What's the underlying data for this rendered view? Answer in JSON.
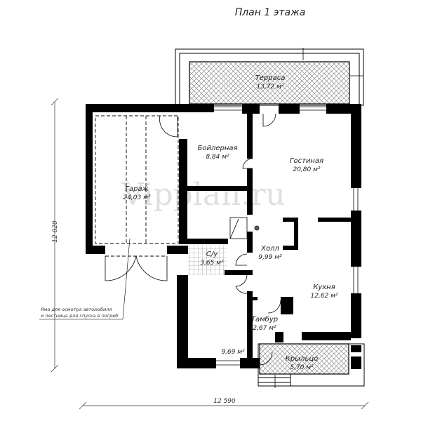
{
  "title": "План 1 этажа",
  "watermark": "Vipplan.ru",
  "dimensions": {
    "height": "12 020",
    "width": "12 590"
  },
  "note": [
    "Яма для осмотра автомобиля",
    "и лестница для спуска в погреб"
  ],
  "rooms": {
    "terrace": {
      "name": "Терраса",
      "area": "13,72 м²"
    },
    "boiler": {
      "name": "Бойлерная",
      "area": "8,84 м²"
    },
    "living": {
      "name": "Гостиная",
      "area": "20,80 м²"
    },
    "garage": {
      "name": "Гараж",
      "area": "24,03 м²"
    },
    "bathroom": {
      "name": "С/у",
      "area": "3,65 м²"
    },
    "hall": {
      "name": "Холл",
      "area": "9,99 м²"
    },
    "kitchen": {
      "name": "Кухня",
      "area": "12,62 м²"
    },
    "vestibule": {
      "name": "Тамбур",
      "area": "2,67 м²"
    },
    "bedroom": {
      "area": "9,69 м²"
    },
    "porch": {
      "name": "Крыльцо",
      "area": "5,70 м²"
    }
  }
}
